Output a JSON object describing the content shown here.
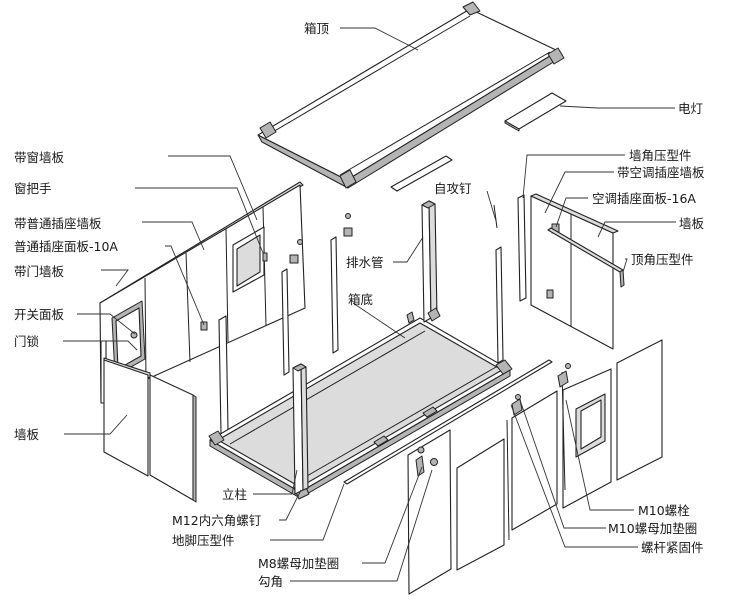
{
  "labels": {
    "roof": "箱顶",
    "light": "电灯",
    "corner_strip": "墙角压型件",
    "window_wall": "带窗墙板",
    "ac_socket_wall": "带空调插座墙板",
    "window_handle": "窗把手",
    "self_tapping_screw": "自攻钉",
    "ac_socket_panel": "空调插座面板-16A",
    "socket_wall": "带普通插座墙板",
    "wall_panel_right": "墙板",
    "socket_panel": "普通插座面板-10A",
    "drain_pipe": "排水管",
    "top_corner_strip": "顶角压型件",
    "door_wall": "带门墙板",
    "floor_frame": "箱底",
    "switch_panel": "开关面板",
    "door_lock": "门锁",
    "wall_panel_left": "墙板",
    "column": "立柱",
    "m10_bolt": "M10螺栓",
    "m12_screw": "M12内六角螺钉",
    "m10_nut_washer": "M10螺母加垫圈",
    "floor_strip": "地脚压型件",
    "tie_rod_fastener": "螺杆紧固件",
    "m8_nut_washer": "M8螺母加垫圈",
    "corner_piece": "勾角"
  }
}
